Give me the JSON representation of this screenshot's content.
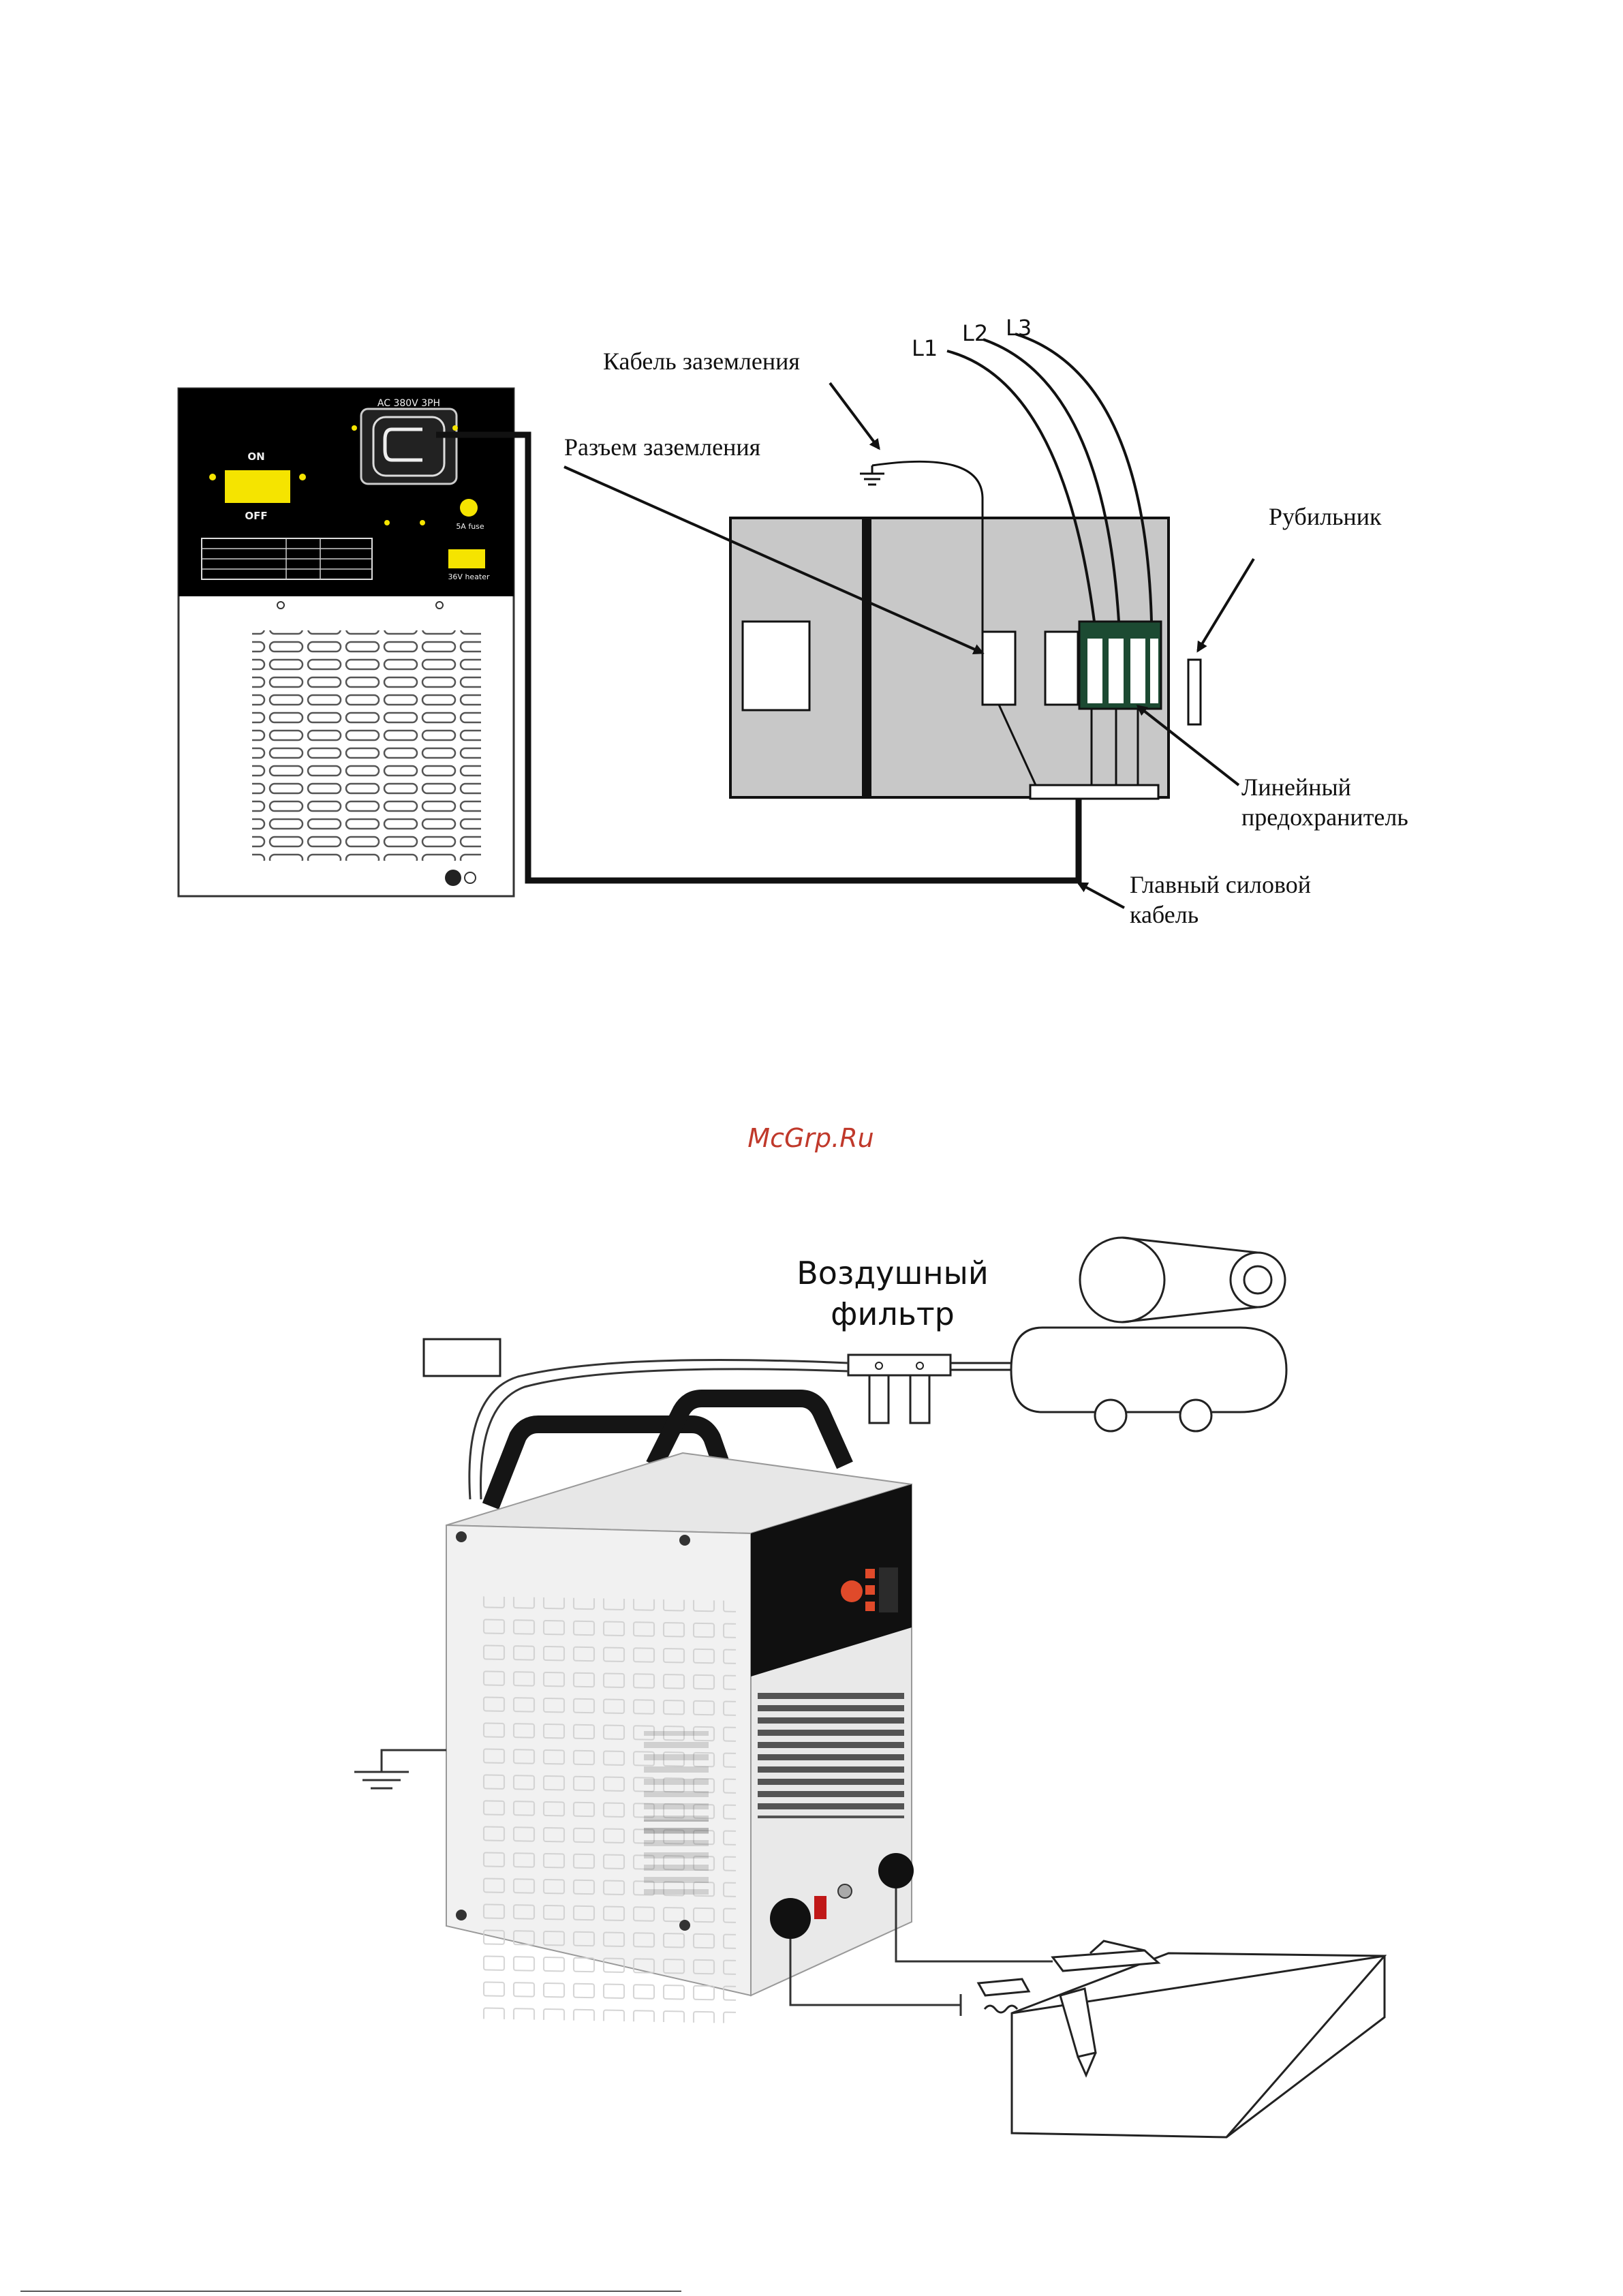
{
  "diagram1": {
    "labels": {
      "l1": "L1",
      "l2": "L2",
      "l3": "L3",
      "ground_cable": "Кабель заземления",
      "ground_connector": "Разъем заземления",
      "switch": "Рубильник",
      "line_fuse_1": "Линейный",
      "line_fuse_2": "предохранитель",
      "main_cable_1": "Главный силовой",
      "main_cable_2": "кабель"
    },
    "machine_panel": {
      "socket_label": "AC 380V 3PH",
      "on": "ON",
      "off": "OFF",
      "fuse": "5A fuse",
      "heater": "36V heater"
    },
    "colors": {
      "cabinet": "#c8c8c8",
      "fuse_block": "#1c4a32",
      "panel": "#000000",
      "indicator": "#f5e400"
    }
  },
  "watermark": "McGrp.Ru",
  "diagram2": {
    "labels": {
      "air_filter_1": "Воздушный",
      "air_filter_2": "фильтр"
    }
  }
}
